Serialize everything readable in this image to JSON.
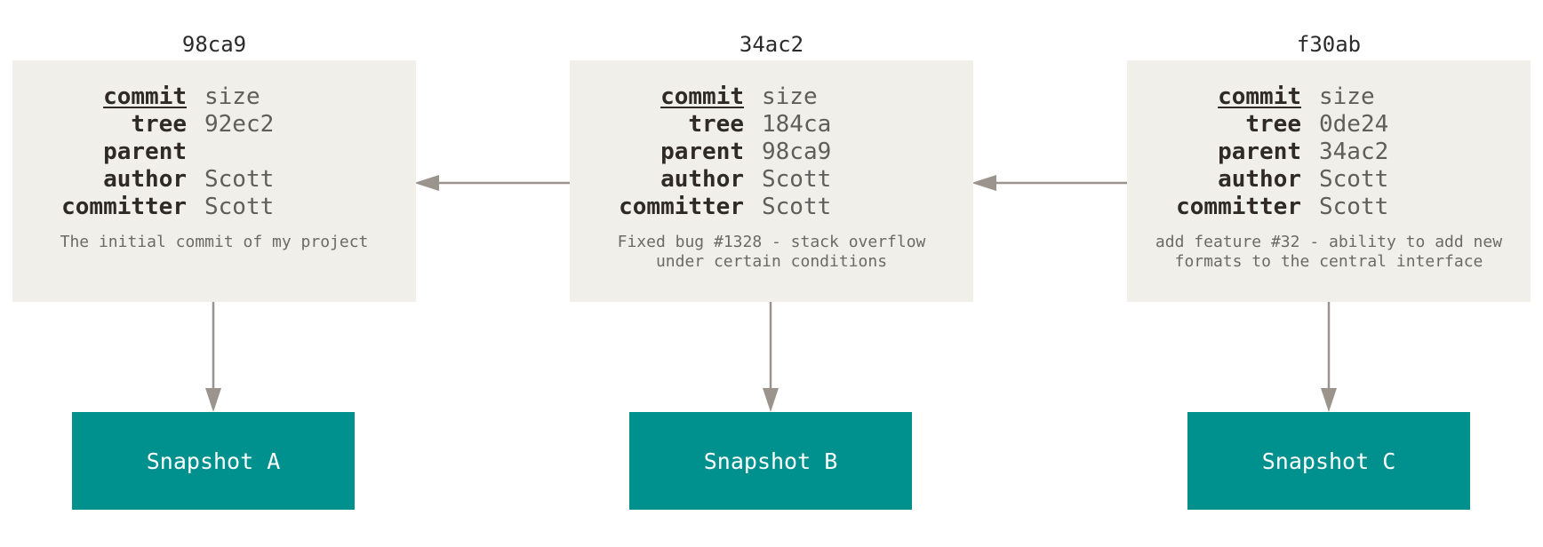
{
  "commits": [
    {
      "hash": "98ca9",
      "fields": [
        {
          "key": "commit",
          "value": "size"
        },
        {
          "key": "tree",
          "value": "92ec2"
        },
        {
          "key": "parent",
          "value": ""
        },
        {
          "key": "author",
          "value": "Scott"
        },
        {
          "key": "committer",
          "value": "Scott"
        }
      ],
      "message": [
        "The initial commit of my project"
      ],
      "snapshot": "Snapshot A"
    },
    {
      "hash": "34ac2",
      "fields": [
        {
          "key": "commit",
          "value": "size"
        },
        {
          "key": "tree",
          "value": "184ca"
        },
        {
          "key": "parent",
          "value": "98ca9"
        },
        {
          "key": "author",
          "value": "Scott"
        },
        {
          "key": "committer",
          "value": "Scott"
        }
      ],
      "message": [
        "Fixed bug #1328 - stack overflow",
        "under certain conditions"
      ],
      "snapshot": "Snapshot B"
    },
    {
      "hash": "f30ab",
      "fields": [
        {
          "key": "commit",
          "value": "size"
        },
        {
          "key": "tree",
          "value": "0de24"
        },
        {
          "key": "parent",
          "value": "34ac2"
        },
        {
          "key": "author",
          "value": "Scott"
        },
        {
          "key": "committer",
          "value": "Scott"
        }
      ],
      "message": [
        "add feature #32 - ability to add new",
        "formats to the central interface"
      ],
      "snapshot": "Snapshot C"
    }
  ],
  "colors": {
    "box_bg": "#f0efea",
    "snapshot_bg": "#00918f",
    "arrow": "#9a948d"
  }
}
